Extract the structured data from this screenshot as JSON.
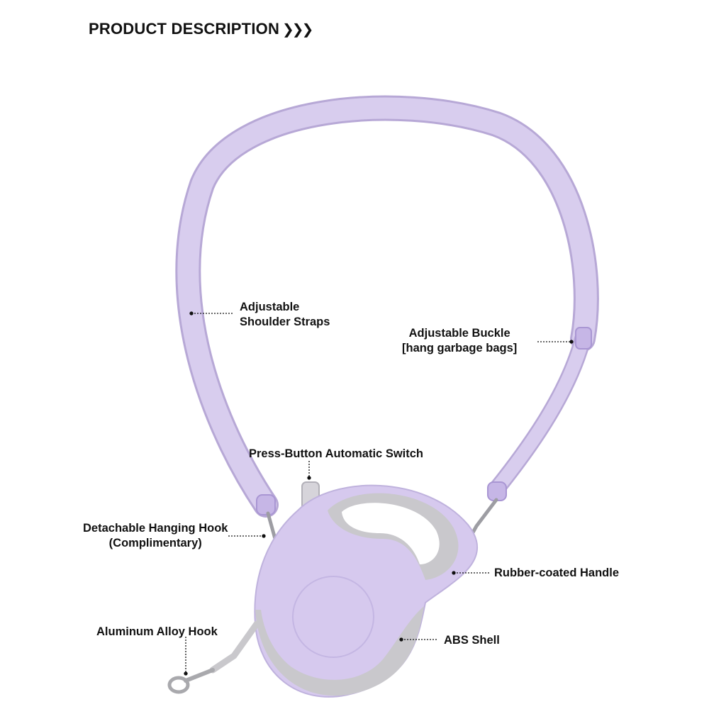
{
  "header": {
    "title": "PRODUCT DESCRIPTION",
    "arrows": "❯❯❯"
  },
  "callouts": {
    "shoulder_straps": [
      "Adjustable",
      "Shoulder Straps"
    ],
    "buckle": [
      "Adjustable Buckle",
      "[hang garbage bags]"
    ],
    "switch": "Press-Button Automatic Switch",
    "hanging_hook": [
      "Detachable Hanging Hook",
      "(Complimentary)"
    ],
    "handle": "Rubber-coated Handle",
    "alloy_hook": "Aluminum Alloy Hook",
    "shell": "ABS Shell"
  },
  "colors": {
    "strap": "#cfc3e6",
    "strap_edge": "#b7a8d6",
    "shell": "#d6c9ee",
    "rubber": "#c9c8cc",
    "metal": "#a9a9ad",
    "text": "#111111"
  }
}
